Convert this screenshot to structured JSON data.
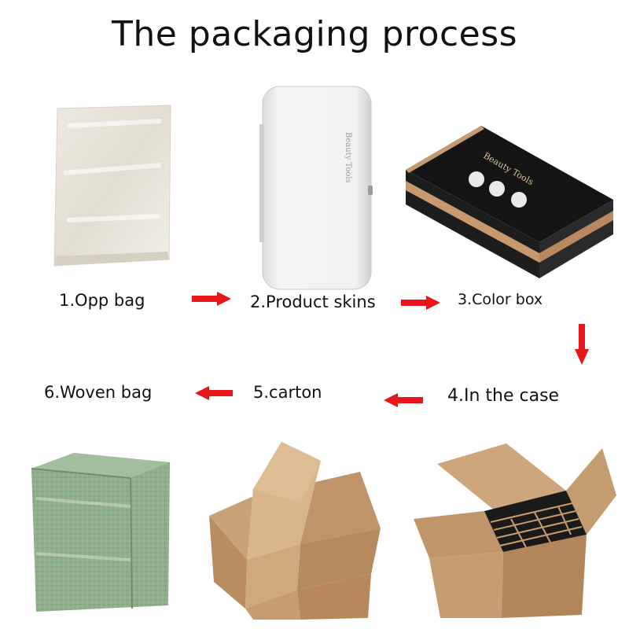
{
  "title": "The packaging process",
  "steps": [
    {
      "label": "1.Opp bag",
      "icon": "opp-bag-image"
    },
    {
      "label": "2.Product skins",
      "icon": "product-case-image"
    },
    {
      "label": "3.Color box",
      "icon": "color-box-image"
    },
    {
      "label": "4.In the case",
      "icon": "case-with-boxes-image"
    },
    {
      "label": "5.carton",
      "icon": "open-carton-image"
    },
    {
      "label": "6.Woven bag",
      "icon": "woven-bag-image"
    }
  ],
  "colors": {
    "arrow": "#e8161b",
    "text": "#111111",
    "carton": "#c9a277",
    "box": "#151515"
  }
}
